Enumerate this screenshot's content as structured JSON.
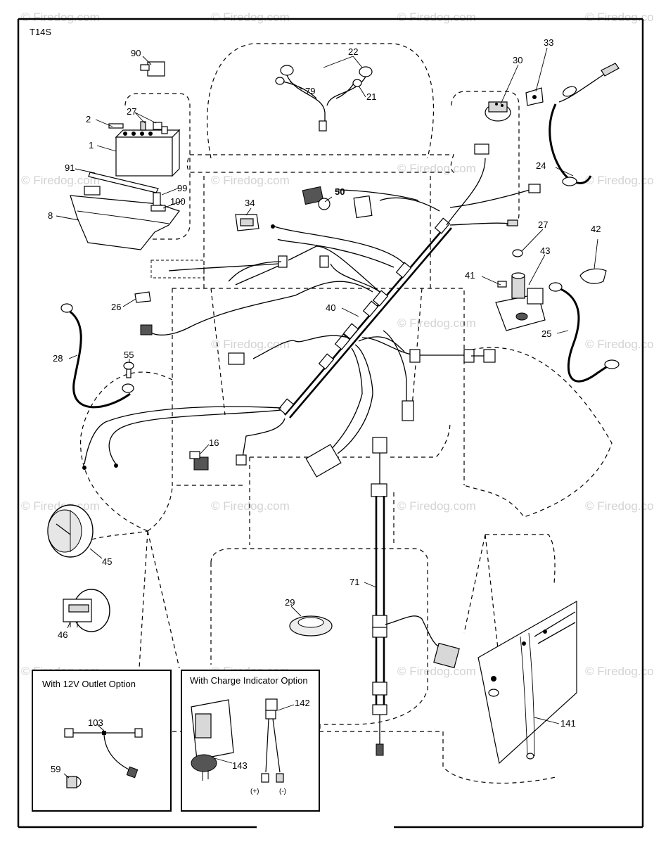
{
  "diagram_code": "T14S",
  "part_labels": [
    "90",
    "22",
    "30",
    "33",
    "79",
    "21",
    "2",
    "27",
    "1",
    "91",
    "99",
    "100",
    "8",
    "50",
    "34",
    "24",
    "27",
    "42",
    "43",
    "41",
    "26",
    "40",
    "28",
    "55",
    "25",
    "16",
    "45",
    "46",
    "71",
    "29",
    "141",
    "103",
    "59",
    "142",
    "143"
  ],
  "insets": {
    "outlet_title": "With 12V Outlet Option",
    "charge_title": "With Charge Indicator Option",
    "polarity_plus": "(+)",
    "polarity_minus": "(-)"
  },
  "watermark": "© Firedog.com"
}
